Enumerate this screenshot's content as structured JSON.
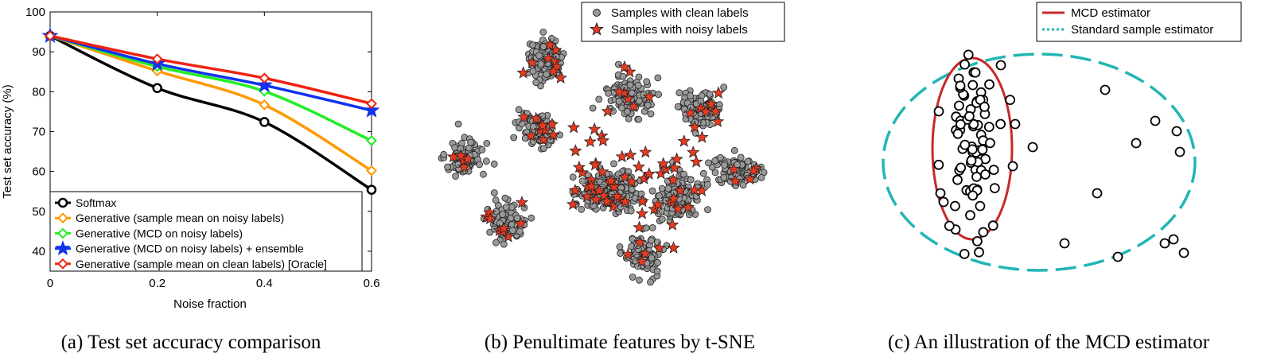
{
  "chart_data": [
    {
      "type": "line",
      "caption": "(a) Test set accuracy comparison",
      "xlabel": "Noise fraction",
      "ylabel": "Test set accuracy (%)",
      "x": [
        0,
        0.2,
        0.4,
        0.6
      ],
      "xticks": [
        "0",
        "0.2",
        "0.4",
        "0.6"
      ],
      "xlim": [
        0,
        0.6
      ],
      "ylim": [
        35,
        100
      ],
      "yticks": [
        40,
        50,
        60,
        70,
        80,
        90,
        100
      ],
      "grid": false,
      "legend_position": "bottom-left",
      "series": [
        {
          "name": "Softmax",
          "color": "#000000",
          "marker": "circle",
          "values": [
            94.0,
            80.9,
            72.4,
            55.4
          ]
        },
        {
          "name": "Generative (sample mean on noisy labels)",
          "color": "#ff9900",
          "marker": "diamond",
          "values": [
            94.0,
            85.2,
            76.7,
            60.2
          ]
        },
        {
          "name": "Generative (MCD on noisy labels)",
          "color": "#22ee22",
          "marker": "diamond",
          "values": [
            94.0,
            86.3,
            80.1,
            67.7
          ]
        },
        {
          "name": "Generative (MCD on noisy labels) + ensemble",
          "color": "#1133ee",
          "marker": "star",
          "values": [
            94.0,
            87.0,
            81.6,
            75.3
          ]
        },
        {
          "name": "Generative (sample mean on clean labels) [Oracle]",
          "color": "#ee2211",
          "marker": "diamond",
          "values": [
            94.0,
            88.2,
            83.4,
            77.0
          ]
        }
      ]
    },
    {
      "type": "scatter",
      "caption": "(b) Penultimate features by t-SNE",
      "legend_position": "top-right",
      "series": [
        {
          "name": "Samples with clean labels",
          "color": "#999999",
          "marker": "circle"
        },
        {
          "name": "Samples with noisy labels",
          "color": "#e83a20",
          "marker": "star"
        }
      ]
    },
    {
      "type": "scatter",
      "caption": "(c) An illustration of the MCD estimator",
      "legend_position": "top-right",
      "series": [
        {
          "name": "MCD estimator",
          "color": "#c8282a",
          "style": "solid"
        },
        {
          "name": "Standard sample estimator",
          "color": "#22b5b5",
          "style": "dotted"
        }
      ]
    }
  ]
}
